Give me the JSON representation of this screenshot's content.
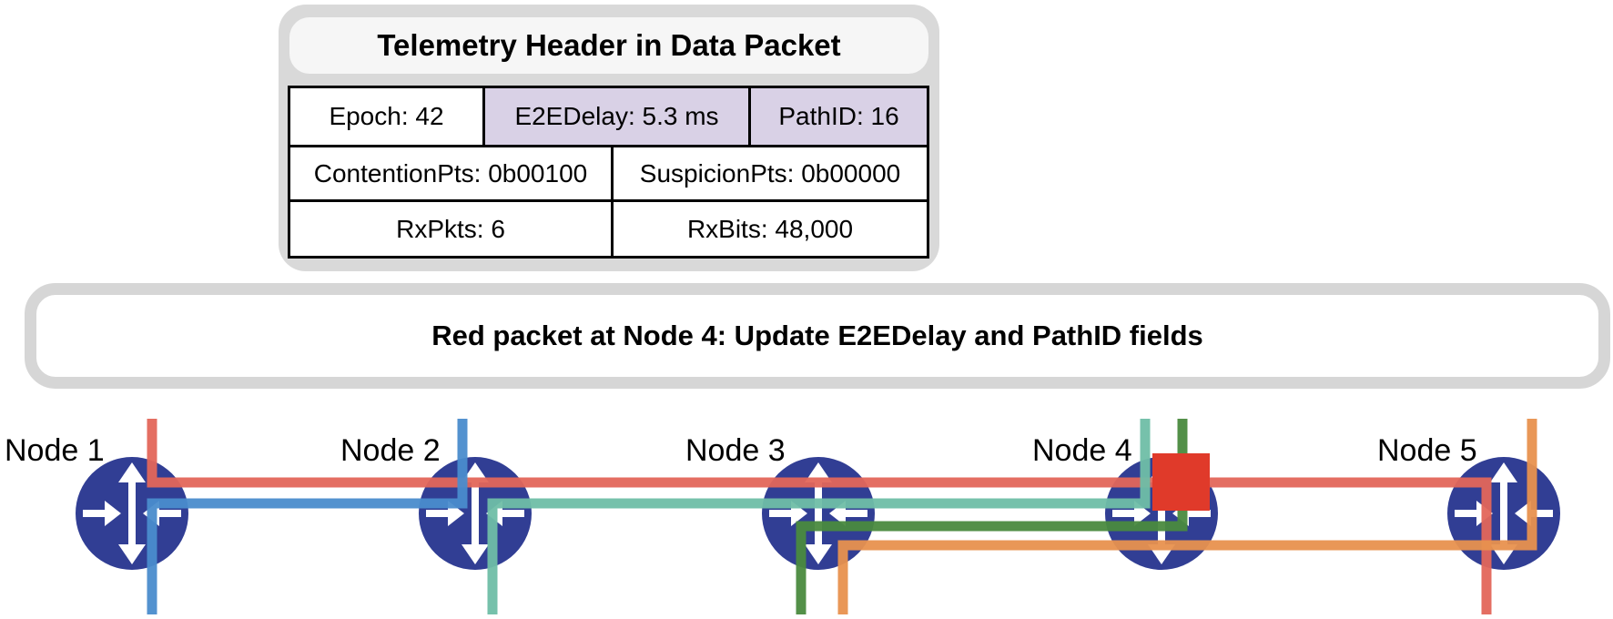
{
  "telemetry_header": {
    "title": "Telemetry Header in Data Packet",
    "row1": {
      "epoch": "Epoch: 42",
      "e2edelay": "E2EDelay: 5.3 ms",
      "pathid": "PathID: 16"
    },
    "row2": {
      "contention": "ContentionPts: 0b00100",
      "suspicion": "SuspicionPts: 0b00000"
    },
    "row3": {
      "rxpkts": "RxPkts: 6",
      "rxbits": "RxBits: 48,000"
    },
    "highlight_color": "#d9d1e6"
  },
  "status_banner": {
    "text": "Red packet at Node 4: Update E2EDelay and PathID fields"
  },
  "nodes": [
    {
      "label": "Node 1"
    },
    {
      "label": "Node 2"
    },
    {
      "label": "Node 3"
    },
    {
      "label": "Node 4"
    },
    {
      "label": "Node 5"
    }
  ],
  "flows": [
    {
      "color": "#e3665a",
      "name": "red"
    },
    {
      "color": "#4a8ccc",
      "name": "blue"
    },
    {
      "color": "#6fbea7",
      "name": "teal"
    },
    {
      "color": "#4a8a3e",
      "name": "green"
    },
    {
      "color": "#e8914e",
      "name": "orange"
    }
  ],
  "packet": {
    "color": "#e03a2a",
    "at_node": "Node 4"
  },
  "router_icon": {
    "icon": "router-icon",
    "color": "#313e94"
  }
}
